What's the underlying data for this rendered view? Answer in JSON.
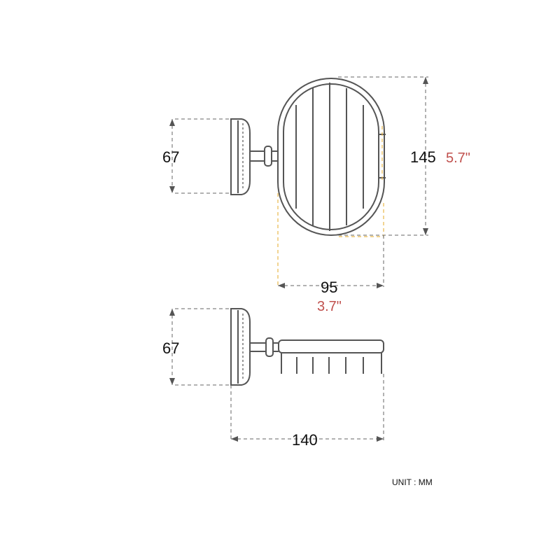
{
  "dimensions": {
    "top_height": "67",
    "basket_height": "145",
    "basket_height_inch": "5.7\"",
    "basket_width": "95",
    "basket_width_inch": "3.7\"",
    "side_height": "67",
    "total_depth": "140"
  },
  "unit_label": "UNIT : MM",
  "colors": {
    "line": "#555555",
    "text": "#111111",
    "inch_text": "#c0504d",
    "highlight": "#e8b84a"
  }
}
